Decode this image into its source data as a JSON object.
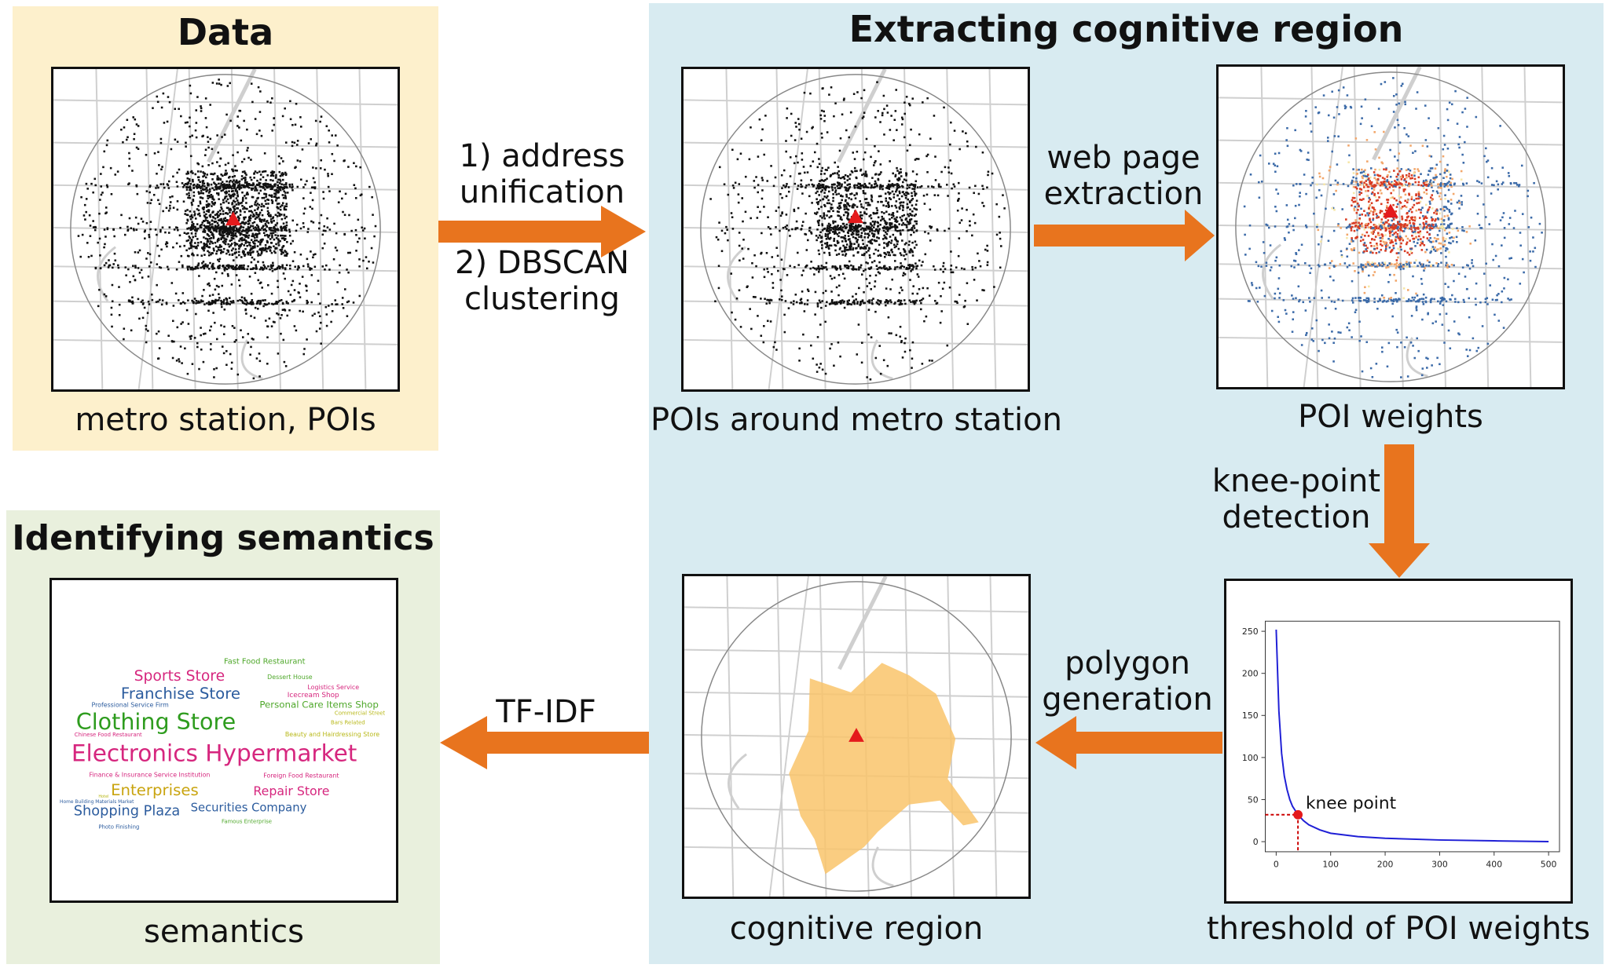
{
  "sections": {
    "data": {
      "title": "Data",
      "color": "#fdf0cc"
    },
    "extract": {
      "title": "Extracting cognitive region",
      "color": "#d8ebf1"
    },
    "semantics": {
      "title": "Identifying semantics",
      "color": "#e9f0dd"
    }
  },
  "captions": {
    "metro": "metro station, POIs",
    "around": "POIs around metro station",
    "weights": "POI weights",
    "threshold": "threshold of POI weights",
    "cognitive": "cognitive region",
    "semantics": "semantics"
  },
  "steps": {
    "step1": "1) address\nunification",
    "step2": "2) DBSCAN\nclustering",
    "web": "web page\nextraction",
    "knee": "knee-point\ndetection",
    "polygon": "polygon\ngeneration",
    "tfidf": "TF-IDF"
  },
  "colors": {
    "arrow": "#e8741e",
    "station": "#e41a1c",
    "poi_dot": "#111111",
    "weight_low": "#3b6aa8",
    "weight_mid": "#f2a66a",
    "weight_high": "#d83b22",
    "region": "#f9c46b",
    "curve": "#1f1fd6"
  },
  "chart_data": {
    "type": "line",
    "title": "",
    "xlabel": "",
    "ylabel": "",
    "x_ticks": [
      0,
      100,
      200,
      300,
      400,
      500
    ],
    "y_ticks": [
      0,
      50,
      100,
      150,
      200,
      250
    ],
    "xlim": [
      -20,
      520
    ],
    "ylim": [
      -12,
      262
    ],
    "x": [
      0,
      5,
      10,
      15,
      20,
      25,
      30,
      35,
      40,
      50,
      60,
      80,
      100,
      150,
      200,
      300,
      400,
      500
    ],
    "y": [
      252,
      155,
      105,
      78,
      62,
      50,
      42,
      37,
      32,
      25,
      20,
      14,
      10,
      6,
      4,
      2,
      1,
      0
    ],
    "annotation": {
      "text": "knee point",
      "x": 40,
      "y": 32
    }
  },
  "wordcloud": [
    {
      "text": "Fast Food Restaurant",
      "color": "#4fa82b"
    },
    {
      "text": "Sports Store",
      "color": "#d6267e"
    },
    {
      "text": "Dessert House",
      "color": "#4fa82b"
    },
    {
      "text": "Logistics Service",
      "color": "#d6267e"
    },
    {
      "text": "Franchise Store",
      "color": "#2c5c9e"
    },
    {
      "text": "Icecream Shop",
      "color": "#d6267e"
    },
    {
      "text": "Professional Service Firm",
      "color": "#2c5c9e"
    },
    {
      "text": "Personal Care Items Shop",
      "color": "#4fa82b"
    },
    {
      "text": "Clothing Store",
      "color": "#2e9c1e"
    },
    {
      "text": "Commercial Street",
      "color": "#b8b818"
    },
    {
      "text": "Bars Related",
      "color": "#b8b818"
    },
    {
      "text": "Chinese Food Restaurant",
      "color": "#d6267e"
    },
    {
      "text": "Beauty and Hairdressing Store",
      "color": "#b8b818"
    },
    {
      "text": "Electronics Hypermarket",
      "color": "#d6267e"
    },
    {
      "text": "Finance & Insurance Service Institution",
      "color": "#d6267e"
    },
    {
      "text": "Foreign Food Restaurant",
      "color": "#d6267e"
    },
    {
      "text": "Enterprises",
      "color": "#c9a40f"
    },
    {
      "text": "Repair Store",
      "color": "#d6267e"
    },
    {
      "text": "Home Building Materials Market",
      "color": "#2c5c9e"
    },
    {
      "text": "Shopping Plaza",
      "color": "#2c5c9e"
    },
    {
      "text": "Securities Company",
      "color": "#2c5c9e"
    },
    {
      "text": "Famous Enterprise",
      "color": "#4fa82b"
    },
    {
      "text": "Photo Finishing",
      "color": "#2c5c9e"
    },
    {
      "text": "Hotel",
      "color": "#b8b818"
    }
  ]
}
